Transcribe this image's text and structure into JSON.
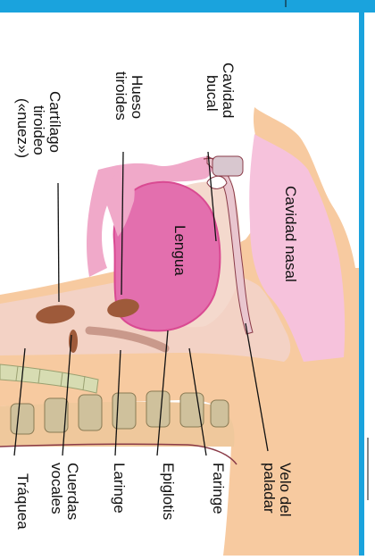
{
  "figure": {
    "labels": {
      "cavidad_bucal": [
        "Cavidad",
        "bucal"
      ],
      "hueso_tiroides": [
        "Hueso",
        "tiroides"
      ],
      "cartilago": [
        "Cartílago",
        "tiroideo",
        "(«nuez»)"
      ],
      "cavidad_nasal": "Cavidad nasal",
      "lengua": "Lengua",
      "velo": [
        "Velo del",
        "paladar"
      ],
      "faringe": "Faringe",
      "epiglotis": "Epiglotis",
      "laringe": "Laringe",
      "cuerdas": [
        "Cuerdas",
        "vocales"
      ],
      "traquea": "Tráquea"
    },
    "colors": {
      "frame": "#1aa3dd",
      "skin": "#f7caa0",
      "nasal": "#f6c2dc",
      "lip": "#f0a9c9",
      "tongue": "#e36fae",
      "tongue_outline": "#d94a92",
      "oral": "#f4d9cd",
      "bone": "#cfc19c",
      "bone_outline": "#8a7b55",
      "cartilage": "#9e5a3a",
      "trachea": "#d7dcb2",
      "line": "#111111"
    }
  }
}
